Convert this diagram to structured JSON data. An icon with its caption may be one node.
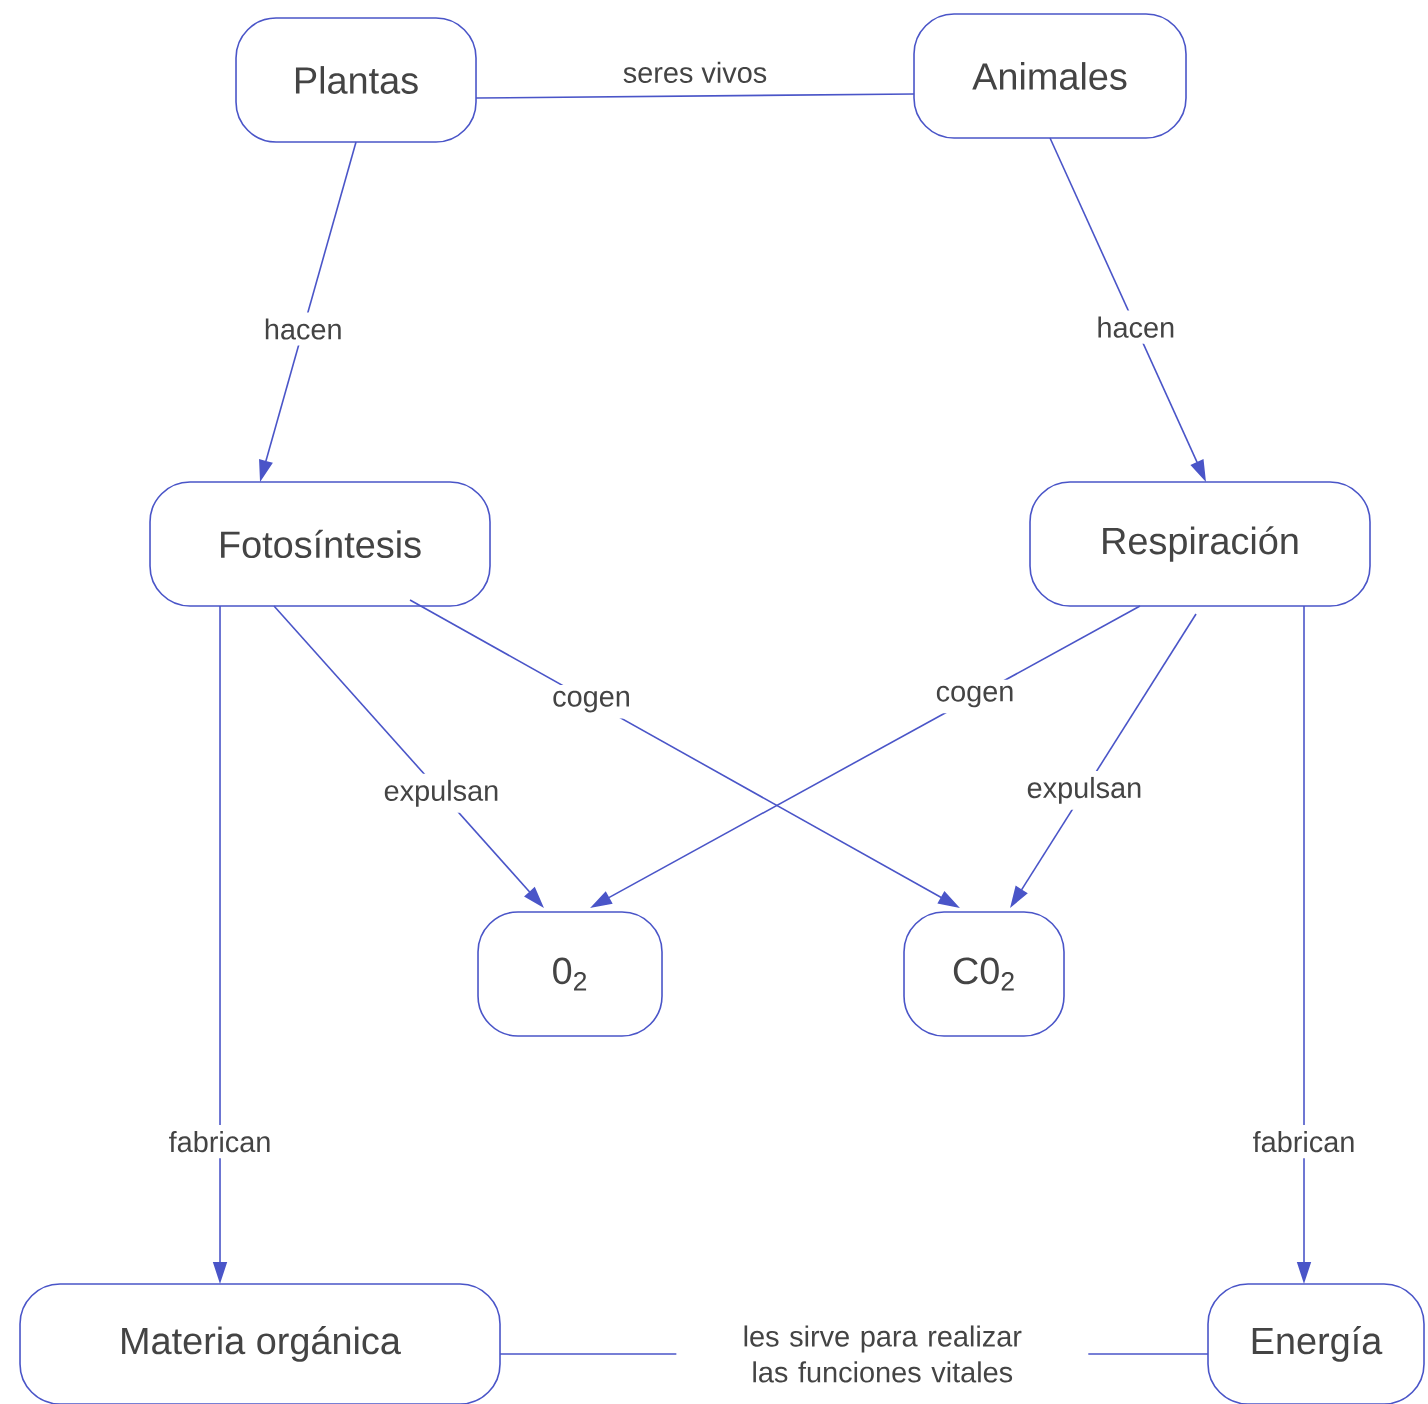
{
  "diagram": {
    "nodes": [
      {
        "text": [
          "Plantas"
        ]
      },
      {
        "text": [
          "Animales"
        ]
      },
      {
        "text": [
          "Fotosíntesis"
        ]
      },
      {
        "text": [
          "Respiración"
        ]
      },
      {
        "text": [
          "0$_{2}$"
        ]
      },
      {
        "text": [
          "C0$_{2}$"
        ]
      },
      {
        "text": [
          "Materia orgánica"
        ]
      },
      {
        "text": [
          "Energía"
        ]
      }
    ],
    "edges": [
      {
        "from": 0,
        "to": 1,
        "arrow": "none",
        "label": "seres vivos"
      },
      {
        "from": 0,
        "to": 2,
        "arrow": "to",
        "label": "hacen"
      },
      {
        "from": 1,
        "to": 3,
        "arrow": "to",
        "label": "hacen"
      },
      {
        "from": 2,
        "to": 4,
        "arrow": "to",
        "label": "expulsan"
      },
      {
        "from": 2,
        "to": 5,
        "arrow": "to",
        "label": "cogen"
      },
      {
        "from": 3,
        "to": 4,
        "arrow": "to",
        "label": "cogen"
      },
      {
        "from": 3,
        "to": 5,
        "arrow": "to",
        "label": "expulsan"
      },
      {
        "from": 2,
        "to": 6,
        "arrow": "to",
        "label": "fabrican"
      },
      {
        "from": 3,
        "to": 7,
        "arrow": "to",
        "label": "fabrican"
      },
      {
        "from": 6,
        "to": 7,
        "arrow": "none",
        "label": "les sirve para realizar las funciones vitales"
      }
    ]
  }
}
